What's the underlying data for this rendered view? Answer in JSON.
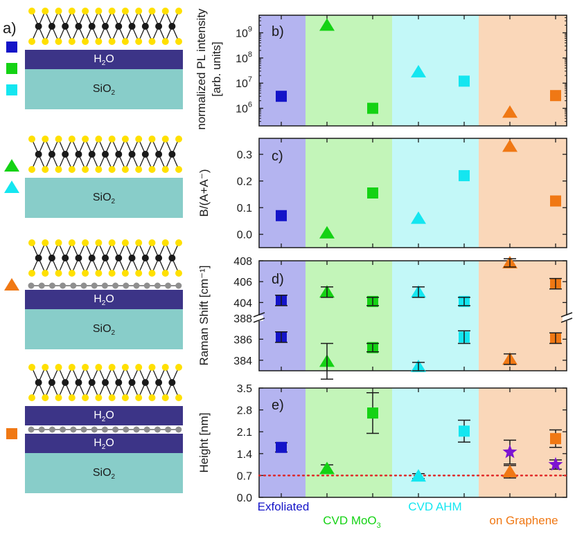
{
  "colors": {
    "exfoliated": "#1414c8",
    "mos_green": "#14d214",
    "cyan": "#14e6f0",
    "orange": "#f07814",
    "purple": "#7d14d2",
    "region_exfoliated": "#b4b4f0",
    "region_mos": "#c3f5b9",
    "region_ahm": "#c3f8f8",
    "region_graphene": "#fad7b9",
    "water_layer": "#3c3487",
    "sio2_layer": "#88cdc9",
    "sulfur": "#ffe000",
    "molybdenum": "#1a1a1a",
    "graphene": "#8f8f8f",
    "reference_line": "#e02020"
  },
  "schematic": {
    "panel_label": "a)",
    "water_label": "H",
    "water_sub": "2",
    "water_suffix": "O",
    "sio2_label": "SiO",
    "sio2_sub": "2",
    "rows": [
      {
        "markers": [
          {
            "shape": "square",
            "color": "#1414c8"
          },
          {
            "shape": "square",
            "color": "#14d214"
          },
          {
            "shape": "square",
            "color": "#14e6f0"
          }
        ],
        "layers": [
          "mos2",
          "water",
          "sio2"
        ]
      },
      {
        "markers": [
          {
            "shape": "triangle",
            "color": "#14d214"
          },
          {
            "shape": "triangle",
            "color": "#14e6f0"
          }
        ],
        "layers": [
          "mos2",
          "sio2"
        ]
      },
      {
        "markers": [
          {
            "shape": "triangle",
            "color": "#f07814"
          }
        ],
        "layers": [
          "mos2",
          "graphene",
          "water",
          "sio2"
        ]
      },
      {
        "markers": [
          {
            "shape": "square",
            "color": "#f07814"
          }
        ],
        "layers": [
          "mos2",
          "water",
          "graphene",
          "water",
          "sio2"
        ]
      }
    ]
  },
  "groups": [
    {
      "label": "Exfoliated",
      "sub": "",
      "color": "#1414c8"
    },
    {
      "label": "CVD MoO",
      "sub": "3",
      "color": "#14d214"
    },
    {
      "label": "CVD AHM",
      "sub": "",
      "color": "#14e6f0"
    },
    {
      "label": "on Graphene",
      "sub": "",
      "color": "#f07814"
    }
  ],
  "chart_data": [
    {
      "type": "scatter",
      "panel": "b)",
      "ylabel": "normalized PL intensity [arb. units]",
      "yscale": "log",
      "ylim": [
        200000,
        5000000000
      ],
      "yticks": [
        1000000,
        10000000,
        100000000,
        1000000000
      ],
      "ytick_labels": [
        {
          "base": "10",
          "exp": "6"
        },
        {
          "base": "10",
          "exp": "7"
        },
        {
          "base": "10",
          "exp": "8"
        },
        {
          "base": "10",
          "exp": "9"
        }
      ],
      "points": [
        {
          "x": 1,
          "y": 3000000,
          "marker": "square",
          "color": "#1414c8"
        },
        {
          "x": 2,
          "y": 2000000000,
          "marker": "triangle",
          "color": "#14d214"
        },
        {
          "x": 3,
          "y": 1000000,
          "marker": "square",
          "color": "#14d214"
        },
        {
          "x": 4,
          "y": 28000000,
          "marker": "triangle",
          "color": "#14e6f0"
        },
        {
          "x": 5,
          "y": 12000000,
          "marker": "square",
          "color": "#14e6f0"
        },
        {
          "x": 6,
          "y": 700000,
          "marker": "triangle",
          "color": "#f07814"
        },
        {
          "x": 7,
          "y": 3200000,
          "marker": "square",
          "color": "#f07814"
        }
      ]
    },
    {
      "type": "scatter",
      "panel": "c)",
      "ylabel": "B/(A+A⁻)",
      "ylim": [
        -0.05,
        0.36
      ],
      "yticks": [
        0.0,
        0.1,
        0.2,
        0.3
      ],
      "ytick_labels": [
        "0.0",
        "0.1",
        "0.2",
        "0.3"
      ],
      "points": [
        {
          "x": 1,
          "y": 0.07,
          "marker": "square",
          "color": "#1414c8"
        },
        {
          "x": 2,
          "y": 0.005,
          "marker": "triangle",
          "color": "#14d214"
        },
        {
          "x": 3,
          "y": 0.155,
          "marker": "square",
          "color": "#14d214"
        },
        {
          "x": 4,
          "y": 0.06,
          "marker": "triangle",
          "color": "#14e6f0"
        },
        {
          "x": 5,
          "y": 0.22,
          "marker": "square",
          "color": "#14e6f0"
        },
        {
          "x": 6,
          "y": 0.33,
          "marker": "triangle",
          "color": "#f07814"
        },
        {
          "x": 7,
          "y": 0.125,
          "marker": "square",
          "color": "#f07814"
        }
      ]
    },
    {
      "type": "scatter",
      "panel": "d)",
      "ylabel": "Raman Shift [cm⁻¹]",
      "broken_axis": true,
      "upper_ylim": [
        402.5,
        408
      ],
      "lower_ylim": [
        383,
        388
      ],
      "yticks": [
        384,
        386,
        388,
        404,
        406,
        408
      ],
      "ytick_labels": [
        "384",
        "386",
        "388",
        "404",
        "406",
        "408"
      ],
      "points": [
        {
          "x": 1,
          "y": 404.2,
          "err": 0.5,
          "marker": "square",
          "color": "#1414c8"
        },
        {
          "x": 1,
          "y": 386.2,
          "err": 0.5,
          "marker": "square",
          "color": "#1414c8"
        },
        {
          "x": 2,
          "y": 405.0,
          "err": 0.5,
          "marker": "triangle",
          "color": "#14d214"
        },
        {
          "x": 2,
          "y": 383.9,
          "err": 1.7,
          "marker": "triangle",
          "color": "#14d214"
        },
        {
          "x": 3,
          "y": 404.1,
          "err": 0.4,
          "marker": "square",
          "color": "#14d214"
        },
        {
          "x": 3,
          "y": 385.2,
          "err": 0.4,
          "marker": "square",
          "color": "#14d214"
        },
        {
          "x": 4,
          "y": 405.0,
          "err": 0.5,
          "marker": "triangle",
          "color": "#14e6f0"
        },
        {
          "x": 4,
          "y": 383.4,
          "err": 0.4,
          "marker": "triangle",
          "color": "#14e6f0"
        },
        {
          "x": 5,
          "y": 404.1,
          "err": 0.4,
          "marker": "square",
          "color": "#14e6f0"
        },
        {
          "x": 5,
          "y": 386.2,
          "err": 0.6,
          "marker": "square",
          "color": "#14e6f0"
        },
        {
          "x": 6,
          "y": 407.8,
          "err": 0.4,
          "marker": "triangle",
          "color": "#f07814"
        },
        {
          "x": 6,
          "y": 384.1,
          "err": 0.5,
          "marker": "triangle",
          "color": "#f07814"
        },
        {
          "x": 7,
          "y": 405.8,
          "err": 0.5,
          "marker": "square",
          "color": "#f07814"
        },
        {
          "x": 7,
          "y": 386.1,
          "err": 0.5,
          "marker": "square",
          "color": "#f07814"
        }
      ]
    },
    {
      "type": "scatter",
      "panel": "e)",
      "ylabel": "Height [nm]",
      "ylim": [
        0.0,
        3.5
      ],
      "yticks": [
        0.0,
        0.7,
        1.4,
        2.1,
        2.8,
        3.5
      ],
      "ytick_labels": [
        "0.0",
        "0.7",
        "1.4",
        "2.1",
        "2.8",
        "3.5"
      ],
      "reference_line": 0.7,
      "points": [
        {
          "x": 1,
          "y": 1.6,
          "err": 0.15,
          "marker": "square",
          "color": "#1414c8"
        },
        {
          "x": 2,
          "y": 0.92,
          "err": 0.12,
          "marker": "triangle",
          "color": "#14d214"
        },
        {
          "x": 3,
          "y": 2.7,
          "err": 0.65,
          "marker": "square",
          "color": "#14d214"
        },
        {
          "x": 4,
          "y": 0.68,
          "err": 0.08,
          "marker": "triangle",
          "color": "#14e6f0"
        },
        {
          "x": 5,
          "y": 2.12,
          "err": 0.35,
          "marker": "square",
          "color": "#14e6f0"
        },
        {
          "x": 6,
          "y": 0.82,
          "err": 0.2,
          "marker": "triangle",
          "color": "#f07814"
        },
        {
          "x": 6,
          "y": 1.45,
          "err": 0.38,
          "marker": "star",
          "color": "#7d14d2"
        },
        {
          "x": 7,
          "y": 1.88,
          "err": 0.28,
          "marker": "square",
          "color": "#f07814"
        },
        {
          "x": 7,
          "y": 1.05,
          "err": 0.15,
          "marker": "star",
          "color": "#7d14d2"
        }
      ]
    }
  ]
}
